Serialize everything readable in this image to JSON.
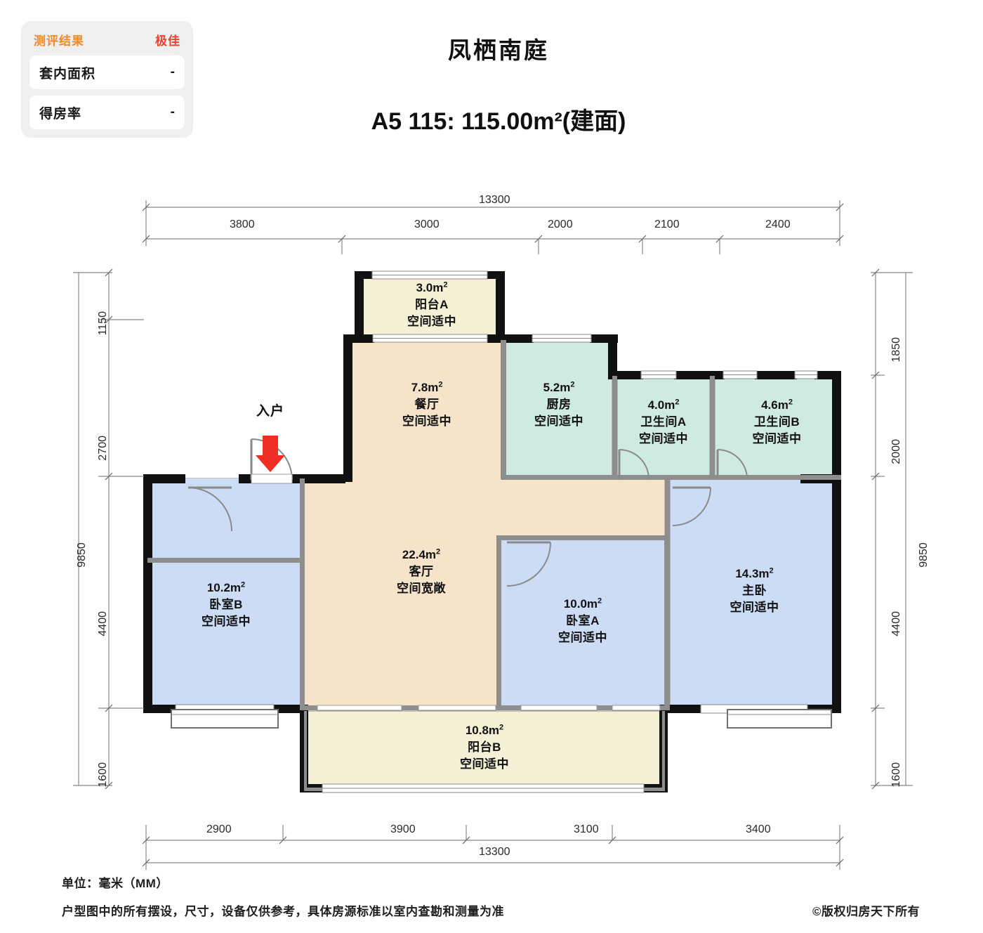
{
  "evaluation": {
    "title": "测评结果",
    "grade": "极佳",
    "rows": [
      {
        "label": "套内面积",
        "value": "-"
      },
      {
        "label": "得房率",
        "value": "-"
      }
    ]
  },
  "header": {
    "community": "凤栖南庭",
    "unit_title": "A5 115: 115.00m²(建面)"
  },
  "entry": {
    "label": "入户"
  },
  "dimensions": {
    "top": {
      "total": "13300",
      "segments": [
        "3800",
        "3000",
        "2000",
        "2100",
        "2400"
      ]
    },
    "bottom": {
      "total": "13300",
      "segments": [
        "2900",
        "3900",
        "3100",
        "3400"
      ]
    },
    "left": {
      "total": "9850",
      "segments": [
        "1150",
        "2700",
        "4400",
        "1600"
      ]
    },
    "right": {
      "total": "9850",
      "segments": [
        "1850",
        "2000",
        "4400",
        "1600"
      ]
    }
  },
  "rooms": [
    {
      "id": "balcony-a",
      "area": "3.0m",
      "sup": "2",
      "name": "阳台A",
      "desc": "空间适中",
      "color": "#f3f0d5"
    },
    {
      "id": "dining",
      "area": "7.8m",
      "sup": "2",
      "name": "餐厅",
      "desc": "空间适中",
      "color": "#f5e3ca"
    },
    {
      "id": "kitchen",
      "area": "5.2m",
      "sup": "2",
      "name": "厨房",
      "desc": "空间适中",
      "color": "#cfeade"
    },
    {
      "id": "bath-a",
      "area": "4.0m",
      "sup": "2",
      "name": "卫生间A",
      "desc": "空间适中",
      "color": "#cfeade"
    },
    {
      "id": "bath-b",
      "area": "4.6m",
      "sup": "2",
      "name": "卫生间B",
      "desc": "空间适中",
      "color": "#cfeade"
    },
    {
      "id": "living",
      "area": "22.4m",
      "sup": "2",
      "name": "客厅",
      "desc": "空间宽敞",
      "color": "#f5e3ca"
    },
    {
      "id": "bedroom-b",
      "area": "10.2m",
      "sup": "2",
      "name": "卧室B",
      "desc": "空间适中",
      "color": "#ccdcf5"
    },
    {
      "id": "bedroom-a",
      "area": "10.0m",
      "sup": "2",
      "name": "卧室A",
      "desc": "空间适中",
      "color": "#ccdcf5"
    },
    {
      "id": "master",
      "area": "14.3m",
      "sup": "2",
      "name": "主卧",
      "desc": "空间适中",
      "color": "#ccdcf5"
    },
    {
      "id": "balcony-b",
      "area": "10.8m",
      "sup": "2",
      "name": "阳台B",
      "desc": "空间适中",
      "color": "#f3f0d5"
    }
  ],
  "footer": {
    "unit_note": "单位：毫米（MM）",
    "disclaimer": "户型图中的所有摆设，尺寸，设备仅供参考，具体房源标准以室内查勘和测量为准",
    "copyright": "©版权归房天下所有"
  },
  "colors": {
    "accent_orange": "#f08a24",
    "accent_red": "#e8422e",
    "wall": "#111111",
    "peach": "#f5e3ca",
    "blue": "#ccdcf5",
    "teal": "#cfeade",
    "yellow": "#f3f0d5",
    "entry_arrow": "#ee2d24"
  }
}
